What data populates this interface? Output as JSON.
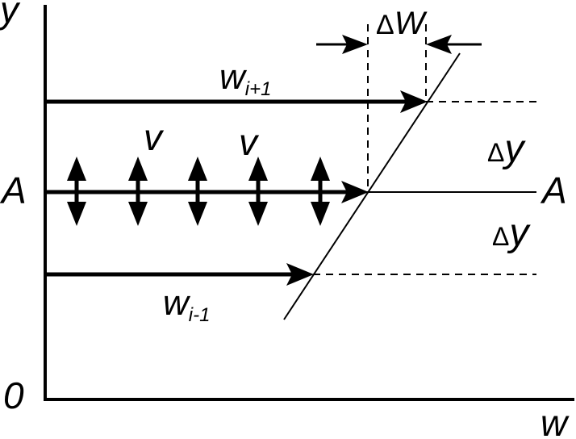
{
  "labels": {
    "y_axis": "y",
    "x_axis": "w",
    "origin": "0",
    "line_left": "A",
    "line_right": "A",
    "v_left": "v",
    "v_right": "v",
    "w_upper": "w",
    "w_upper_sub": "i+1",
    "w_lower": "w",
    "w_lower_sub": "i-1",
    "delta_w_delta": "Δ",
    "delta_w_var": "W",
    "delta_y_upper_delta": "Δ",
    "delta_y_upper_var": "y",
    "delta_y_lower_delta": "Δ",
    "delta_y_lower_var": "y"
  },
  "colors": {
    "stroke": "#000000",
    "background": "#ffffff"
  }
}
